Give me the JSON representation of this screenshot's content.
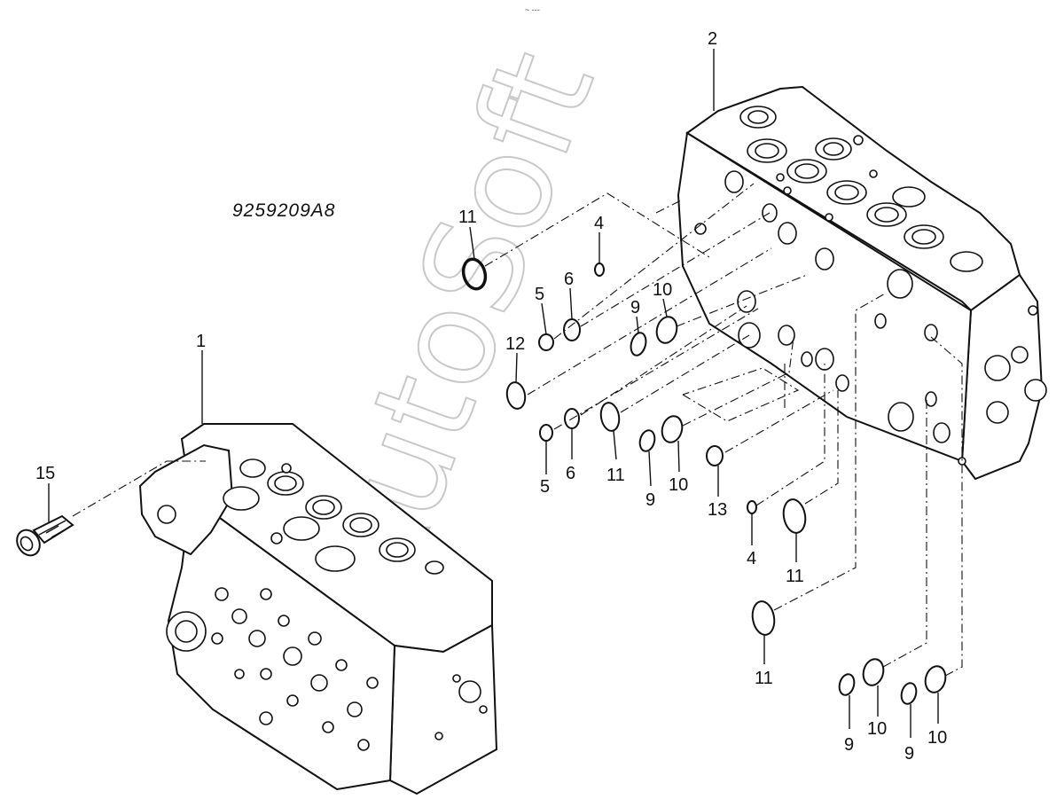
{
  "drawing_code": "9259209A8",
  "watermark": "AutoSoft",
  "corner_mark": "~ ---",
  "callouts": {
    "c1": "1",
    "c2": "2",
    "c4a": "4",
    "c4b": "4",
    "c5a": "5",
    "c5b": "5",
    "c6a": "6",
    "c6b": "6",
    "c9a": "9",
    "c9b": "9",
    "c9c": "9",
    "c9d": "9",
    "c10a": "10",
    "c10b": "10",
    "c10c": "10",
    "c10d": "10",
    "c11a": "11",
    "c11b": "11",
    "c11c": "11",
    "c11d": "11",
    "c12": "12",
    "c13": "13",
    "c15": "15"
  }
}
